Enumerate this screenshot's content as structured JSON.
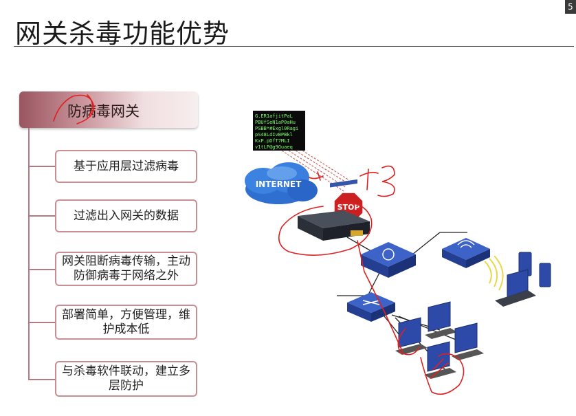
{
  "title": "网关杀毒功能优势",
  "corner_button": "5",
  "root": {
    "label": "防病毒网关"
  },
  "nodes": [
    {
      "label": "基于应用层过滤病毒"
    },
    {
      "label": "过滤出入网关的数据"
    },
    {
      "label": "网关阻断病毒传输，主动防御病毒于网络之外"
    },
    {
      "label": "部署简单，方便管理，维护成本低"
    },
    {
      "label": "与杀毒软件联动，建立多层防护"
    }
  ],
  "diagram": {
    "internet_label": "INTERNET",
    "stop_label": "STOP",
    "code_lines": [
      "G.ER1afjitPaL",
      "PBUfSeN1aP0aHu",
      "PSBB*#Exgl0Ragi",
      "pS48LdIvBPBkl",
      "KxP.pDfT7MLI",
      "v1tLP@g9Guaeq"
    ]
  },
  "colors": {
    "accent": "#c88f93",
    "root_dark": "#9a5560",
    "device_blue": "#2d4aa8",
    "annotation_red": "#e02020"
  }
}
